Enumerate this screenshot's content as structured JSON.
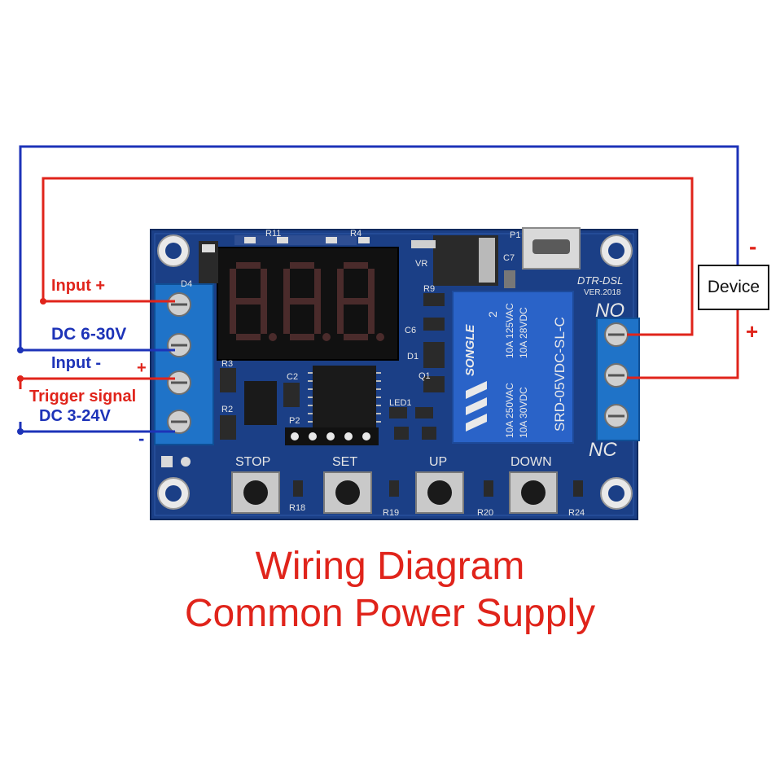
{
  "colors": {
    "wire_red": "#e0241b",
    "wire_blue": "#1d33b8",
    "pcb": "#1b3f86",
    "terminal": "#1f73c8",
    "relay": "#2a63c8",
    "title": "#e0241b",
    "label_red": "#e0241b",
    "label_blue": "#1d33b8"
  },
  "title": {
    "line1": "Wiring Diagram",
    "line2": "Common Power Supply"
  },
  "device": {
    "label": "Device",
    "minus": "-",
    "plus": "+"
  },
  "left_labels": {
    "input_plus": "Input +",
    "dc_power": "DC 6-30V",
    "input_minus": "Input -",
    "trigger_plus": "+",
    "trigger_signal": "Trigger signal",
    "dc_trigger": "DC 3-24V",
    "trigger_minus": "-"
  },
  "relay_terminals": {
    "no": "NO",
    "nc": "NC"
  },
  "board": {
    "model": "DTR-DSL",
    "version": "VER.2018",
    "display": "8.8.8.",
    "buttons": [
      "STOP",
      "SET",
      "UP",
      "DOWN"
    ],
    "resistors": [
      "R18",
      "R19",
      "R20",
      "R24"
    ],
    "chip_labels": [
      "D4",
      "R11",
      "R4",
      "VR",
      "P1",
      "C7",
      "R9",
      "C6",
      "D1",
      "Q1",
      "LED1",
      "R3",
      "C2",
      "R2",
      "P2"
    ],
    "relay": {
      "brand": "SONGLE",
      "model": "SRD-05VDC-SL-C",
      "ratings": [
        "10A 250VAC",
        "10A 125VAC",
        "10A 30VDC",
        "10A 28VDC"
      ]
    }
  }
}
